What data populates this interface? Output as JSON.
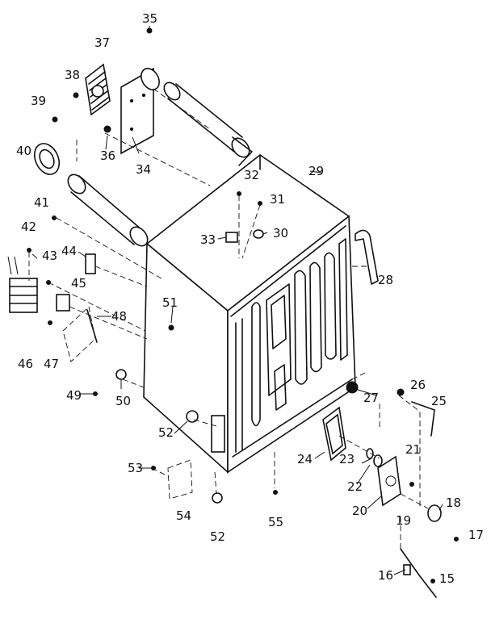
{
  "labels": {
    "l35": "35",
    "l37": "37",
    "l38": "38",
    "l39": "39",
    "l40": "40",
    "l36": "36",
    "l34": "34",
    "l32": "32",
    "l29": "29",
    "l31": "31",
    "l30": "30",
    "l33": "33",
    "l41": "41",
    "l42": "42",
    "l44": "44",
    "l43": "43",
    "l45": "45",
    "l28": "28",
    "l51": "51",
    "l48": "48",
    "l46": "46",
    "l47": "47",
    "l26": "26",
    "l25": "25",
    "l27": "27",
    "l49": "49",
    "l50": "50",
    "l52a": "52",
    "l21": "21",
    "l24": "24",
    "l23": "23",
    "l22": "22",
    "l53": "53",
    "l18": "18",
    "l20": "20",
    "l19": "19",
    "l54": "54",
    "l55": "55",
    "l52b": "52",
    "l17": "17",
    "l16": "16",
    "l15": "15"
  }
}
